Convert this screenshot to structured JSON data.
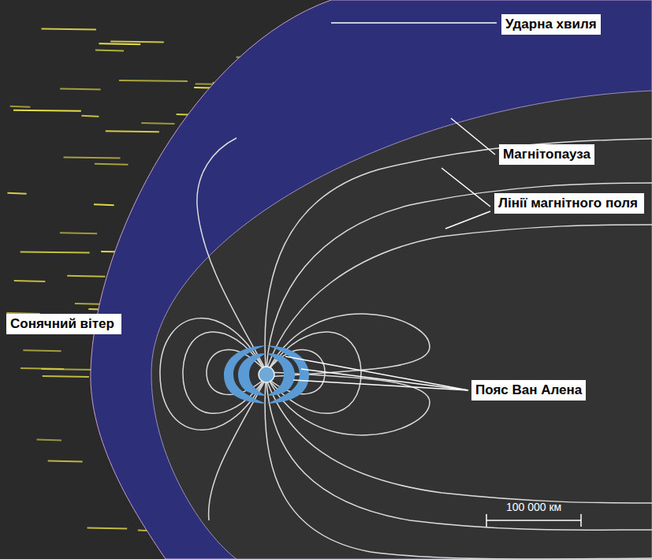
{
  "diagram": {
    "labels": [
      "Ударна хвиля",
      "Магнітопауза",
      "Лінії магнітного поля",
      "Сонячний вітер",
      "Пояс Ван Алена",
      "100 000 км"
    ]
  }
}
